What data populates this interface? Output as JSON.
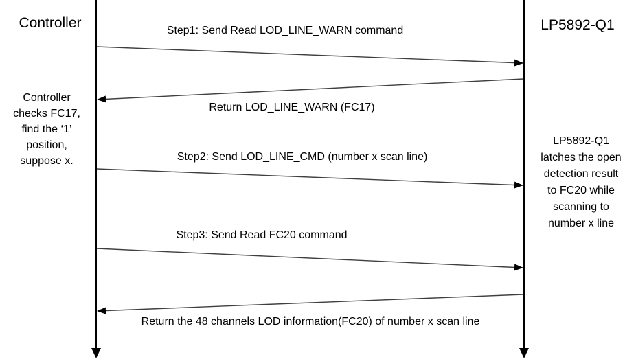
{
  "diagram": {
    "left_actor": "Controller",
    "right_actor": "LP5892-Q1",
    "messages": [
      {
        "label": "Step1: Send Read LOD_LINE_WARN command",
        "from": "Controller",
        "to": "LP5892-Q1",
        "direction": "right"
      },
      {
        "label": "Return LOD_LINE_WARN (FC17)",
        "from": "LP5892-Q1",
        "to": "Controller",
        "direction": "left"
      },
      {
        "label": "Step2: Send LOD_LINE_CMD (number x scan line)",
        "from": "Controller",
        "to": "LP5892-Q1",
        "direction": "right"
      },
      {
        "label": "Step3: Send Read FC20 command",
        "from": "Controller",
        "to": "LP5892-Q1",
        "direction": "right"
      },
      {
        "label": "Return the 48 channels LOD information(FC20) of number x scan line",
        "from": "LP5892-Q1",
        "to": "Controller",
        "direction": "left"
      }
    ],
    "notes": {
      "left": "Controller\nchecks FC17,\nfind the ‘1’\nposition,\nsuppose x.",
      "right": "LP5892-Q1\nlatches the open\ndetection result\nto FC20 while\nscanning to\nnumber x line"
    },
    "colors": {
      "background": "#ffffff",
      "lifeline": "#000000",
      "arrow_line": "#3f3f3f",
      "arrowhead": "#000000",
      "text": "#000000"
    }
  }
}
